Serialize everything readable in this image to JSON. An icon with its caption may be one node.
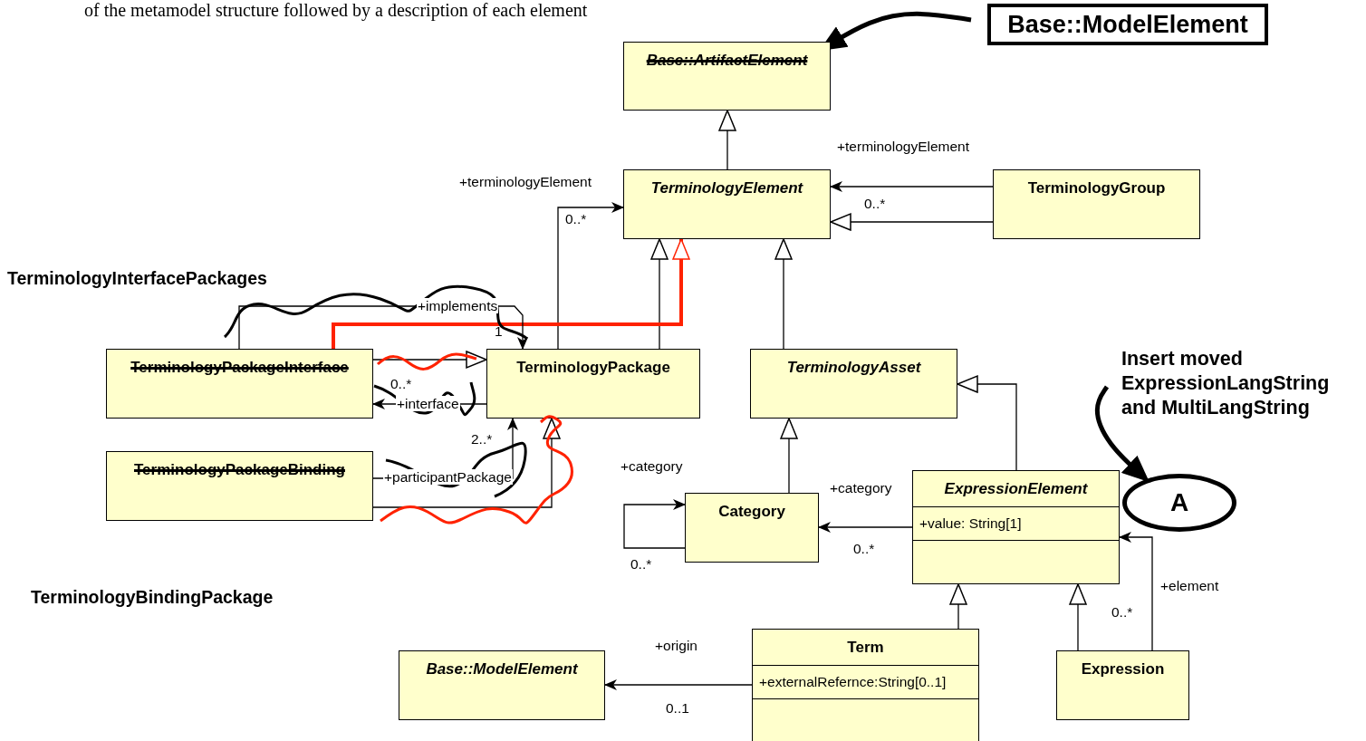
{
  "diagram": {
    "nodes": [
      {
        "text": [
          "Base::ArtifactElement"
        ]
      },
      {
        "text": [
          "Base::ModelElement"
        ]
      },
      {
        "text": [
          "TerminologyElement"
        ]
      },
      {
        "text": [
          "TerminologyGroup"
        ]
      },
      {
        "text": [
          "TerminologyPackageInterface"
        ]
      },
      {
        "text": [
          "TerminologyPackage"
        ]
      },
      {
        "text": [
          "TerminologyAsset"
        ]
      },
      {
        "text": [
          "TerminologyPackageBinding"
        ]
      },
      {
        "text": [
          "Category"
        ]
      },
      {
        "text": [
          "ExpressionElement",
          "+value: String[1]"
        ]
      },
      {
        "text": [
          "A"
        ]
      },
      {
        "text": [
          "Insert moved ExpressionLangString and MultiLangString"
        ]
      },
      {
        "text": [
          "Base::ModelElement"
        ]
      },
      {
        "text": [
          "Term",
          "+externalRefernce:String[0..1]"
        ]
      },
      {
        "text": [
          "Expression"
        ]
      }
    ],
    "edges": [
      {
        "from": 11,
        "to": 10,
        "arrow": "to",
        "style": "thick"
      },
      {
        "from": 1,
        "to": 0,
        "arrow": "to",
        "style": "thick"
      },
      {
        "from": 2,
        "to": 0,
        "arrow": "to"
      },
      {
        "from": 3,
        "to": 2,
        "arrow": "to",
        "label": "+terminologyElement"
      },
      {
        "from": 3,
        "to": 2,
        "arrow": "to"
      },
      {
        "from": 5,
        "to": 2,
        "arrow": "to",
        "label": "+terminologyElement"
      },
      {
        "from": 5,
        "to": 2,
        "arrow": "to"
      },
      {
        "from": 4,
        "to": 2,
        "arrow": "to",
        "style": "thick",
        "color": "#ff2200"
      },
      {
        "from": 4,
        "to": 5,
        "arrow": "to",
        "label": "+implements"
      },
      {
        "from": 4,
        "to": 5,
        "arrow": "to"
      },
      {
        "from": 5,
        "to": 4,
        "arrow": "to",
        "label": "+interface"
      },
      {
        "from": 7,
        "to": 5,
        "arrow": "to",
        "label": "+participantPackage"
      },
      {
        "from": 7,
        "to": 5,
        "arrow": "to"
      },
      {
        "from": 6,
        "to": 2,
        "arrow": "to"
      },
      {
        "from": 8,
        "to": 6,
        "arrow": "to"
      },
      {
        "from": 8,
        "to": 8,
        "arrow": "to",
        "label": "+category"
      },
      {
        "from": 9,
        "to": 8,
        "arrow": "to",
        "label": "+category"
      },
      {
        "from": 9,
        "to": 6,
        "arrow": "to"
      },
      {
        "from": 13,
        "to": 9,
        "arrow": "to"
      },
      {
        "from": 14,
        "to": 9,
        "arrow": "to"
      },
      {
        "from": 14,
        "to": 9,
        "arrow": "to",
        "label": "+element"
      },
      {
        "from": 13,
        "to": 12,
        "arrow": "to",
        "label": "+origin"
      }
    ],
    "labels": [
      "of the metamodel structure followed by a description of each element",
      "TerminologyInterfacePackages",
      "TerminologyBindingPackage",
      "0..*",
      "0..*",
      "1",
      "0..*",
      "2..*",
      "0..*",
      "0..*",
      "0..*",
      "0..1"
    ]
  }
}
